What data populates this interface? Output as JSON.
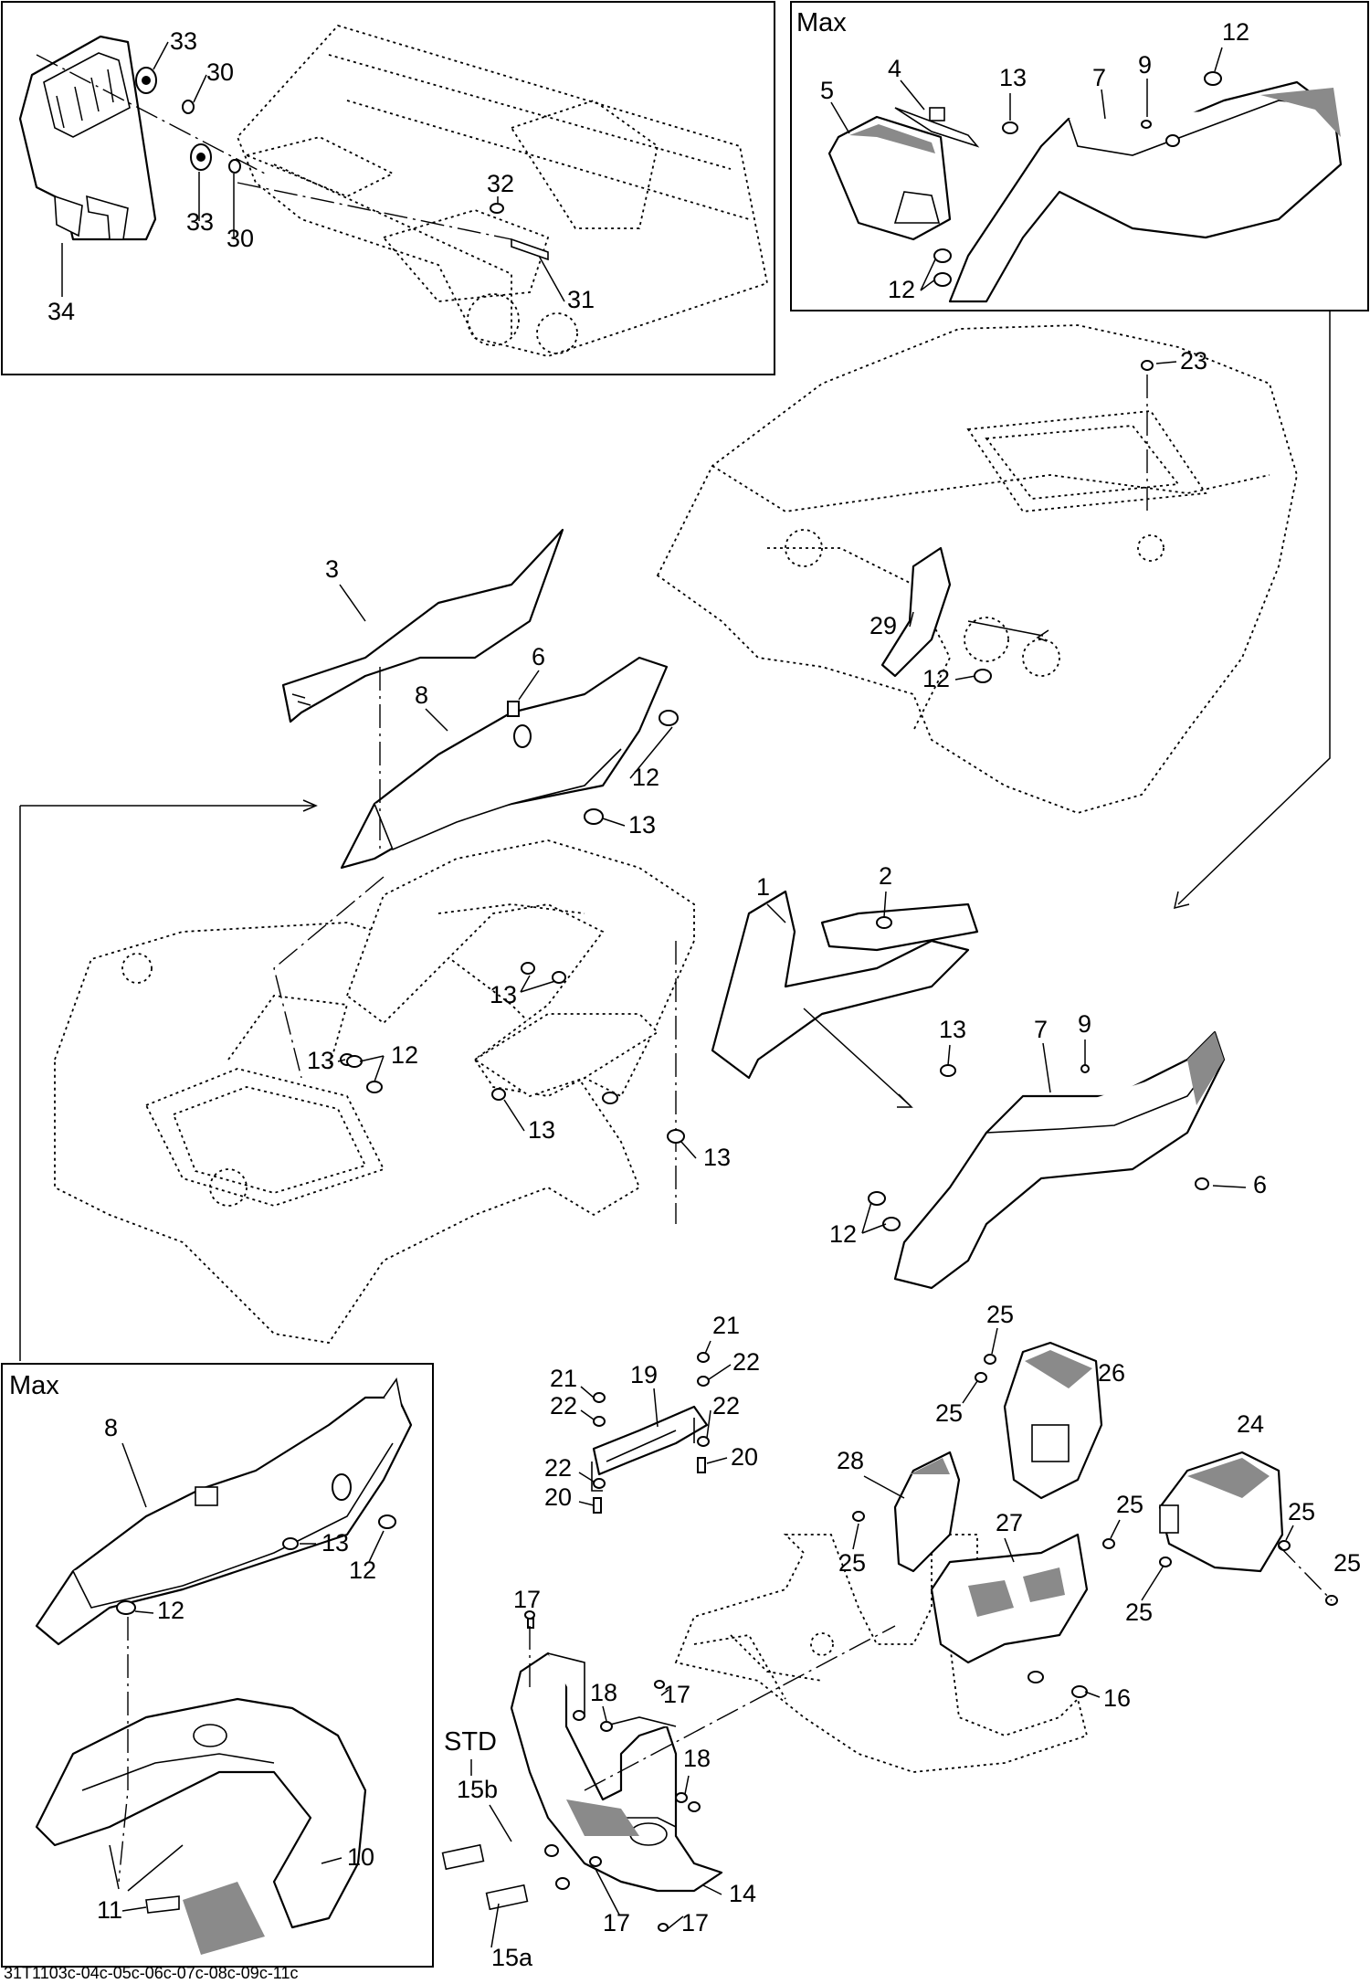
{
  "panels": {
    "top_right_variant": "Max",
    "bottom_left_variant": "Max",
    "standard_variant": "STD"
  },
  "callouts": {
    "p1": "1",
    "p2": "2",
    "p3": "3",
    "p4": "4",
    "p5": "5",
    "p6": "6",
    "p7": "7",
    "p8": "8",
    "p9": "9",
    "p10": "10",
    "p11": "11",
    "p12": "12",
    "p13": "13",
    "p14": "14",
    "p15a": "15a",
    "p15b": "15b",
    "p16": "16",
    "p17": "17",
    "p18": "18",
    "p19": "19",
    "p20": "20",
    "p21": "21",
    "p22": "22",
    "p23": "23",
    "p24": "24",
    "p25": "25",
    "p26": "26",
    "p27": "27",
    "p28": "28",
    "p29": "29",
    "p30": "30",
    "p31": "31",
    "p32": "32",
    "p33": "33",
    "p34": "34"
  },
  "footer": {
    "reference_code": "31T1103c-04c-05c-06c-07c-08c-09c-11c"
  }
}
